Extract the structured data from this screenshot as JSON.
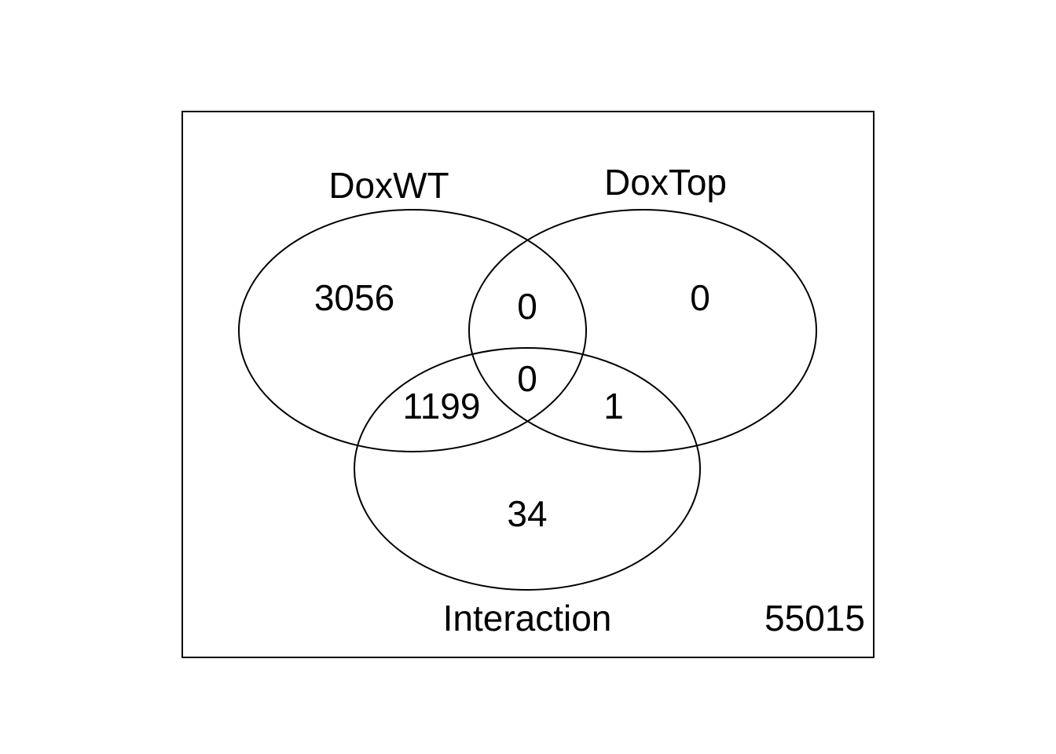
{
  "venn": {
    "sets": [
      {
        "id": "doxwt",
        "label": "DoxWT"
      },
      {
        "id": "doxtop",
        "label": "DoxTop"
      },
      {
        "id": "interaction",
        "label": "Interaction"
      }
    ],
    "regions": {
      "doxwt_only": "3056",
      "doxtop_only": "0",
      "doxwt_doxtop_only": "0",
      "all_three": "0",
      "doxwt_interaction_only": "1199",
      "doxtop_interaction_only": "1",
      "interaction_only": "34",
      "outside": "55015"
    }
  }
}
